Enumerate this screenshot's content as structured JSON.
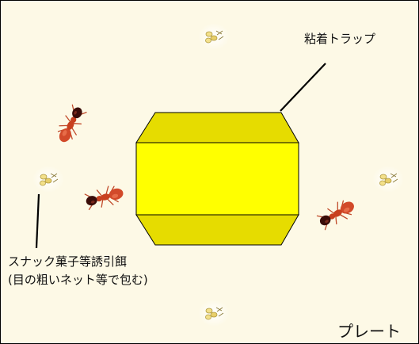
{
  "labels": {
    "trap": "粘着トラップ",
    "bait_line1": "スナック菓子等誘引餌",
    "bait_line2": "(目の粗いネット等で包む)",
    "plate": "プレート"
  },
  "colors": {
    "plate_bg": "#fdf9e6",
    "trap_face": "#ffff00",
    "trap_bevel": "#e6dc00",
    "ant_body": "#d2492a",
    "ant_head": "#3a0c08",
    "bait": "#f3e08a",
    "line": "#000000"
  },
  "icons": {
    "ant": "ant-icon",
    "bait": "snack-bait-icon",
    "trap": "sticky-trap"
  }
}
